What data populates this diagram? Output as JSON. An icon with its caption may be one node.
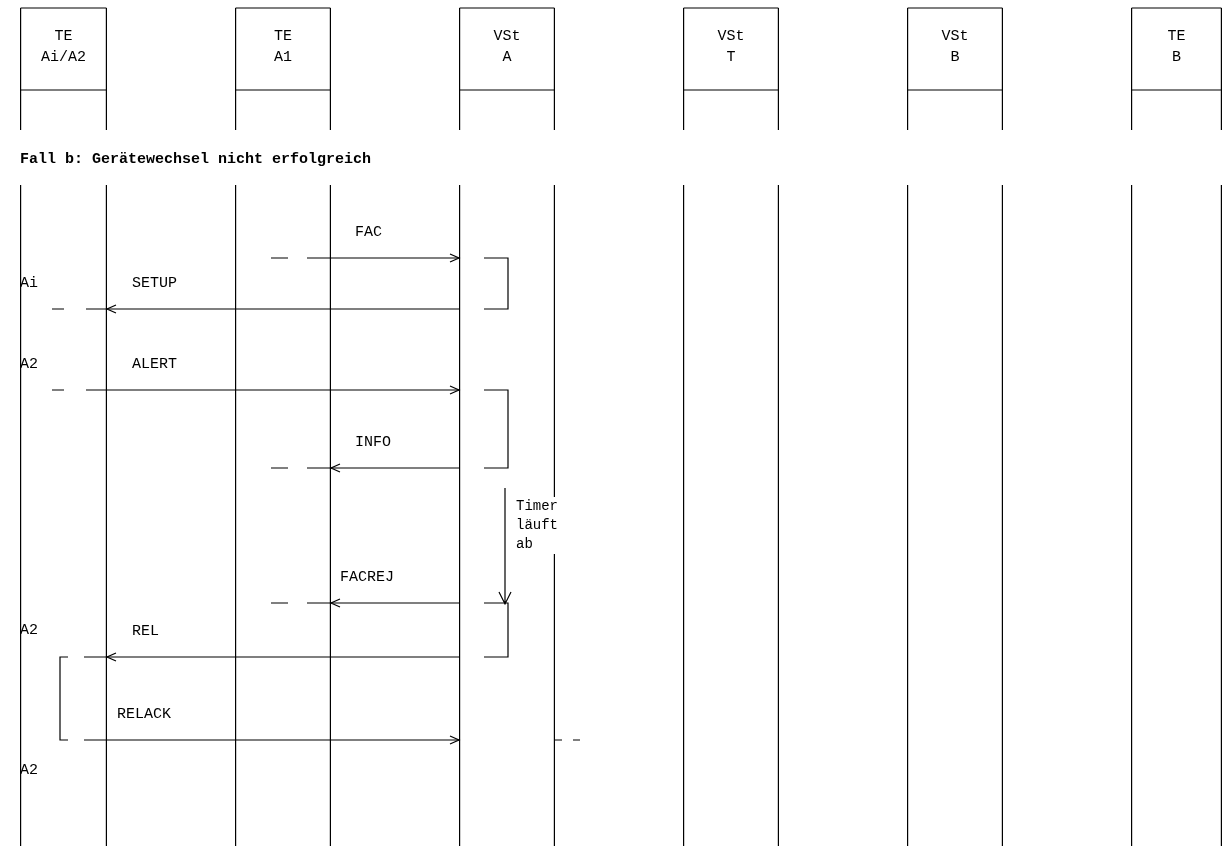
{
  "diagram": {
    "title": "Fall b: Gerätewechsel nicht erfolgreich",
    "nodes": [
      {
        "text": [
          "TE Ai/A2"
        ]
      },
      {
        "text": [
          "TE A1"
        ]
      },
      {
        "text": [
          "VSt A"
        ]
      },
      {
        "text": [
          "VSt T"
        ]
      },
      {
        "text": [
          "VSt B"
        ]
      },
      {
        "text": [
          "TE B"
        ]
      }
    ],
    "edges": [
      {
        "from": 1,
        "to": 2,
        "arrow": "to",
        "label": "FAC"
      },
      {
        "from": 2,
        "to": 0,
        "arrow": "to",
        "label": "SETUP"
      },
      {
        "from": 0,
        "to": 2,
        "arrow": "to",
        "label": "ALERT"
      },
      {
        "from": 2,
        "to": 1,
        "arrow": "to",
        "label": "INFO"
      },
      {
        "from": 2,
        "to": 1,
        "arrow": "to",
        "label": "FACREJ"
      },
      {
        "from": 2,
        "to": 0,
        "arrow": "to",
        "label": "REL"
      },
      {
        "from": 0,
        "to": 2,
        "arrow": "to",
        "label": "RELACK"
      }
    ],
    "labels": [
      "Ai",
      "A2",
      "Timer läuft ab",
      "A2",
      "A2"
    ]
  }
}
